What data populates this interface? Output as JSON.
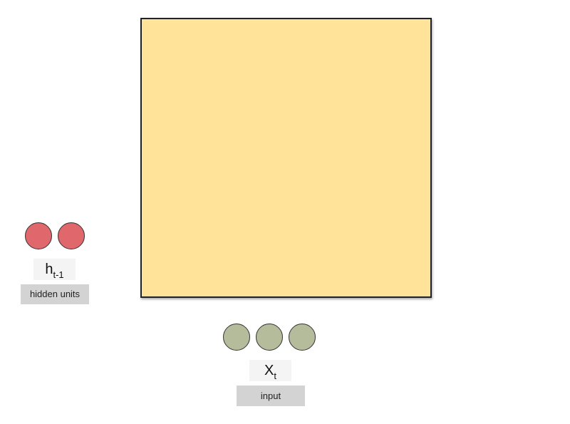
{
  "diagram": {
    "hidden": {
      "symbol": "h",
      "subscript": "t-1",
      "label": "hidden units",
      "unit_count": 2,
      "color": "#e0676b"
    },
    "input": {
      "symbol": "X",
      "subscript": "t",
      "label": "input",
      "unit_count": 3,
      "color": "#b5bc9b"
    },
    "cell_color": "#fee399"
  }
}
